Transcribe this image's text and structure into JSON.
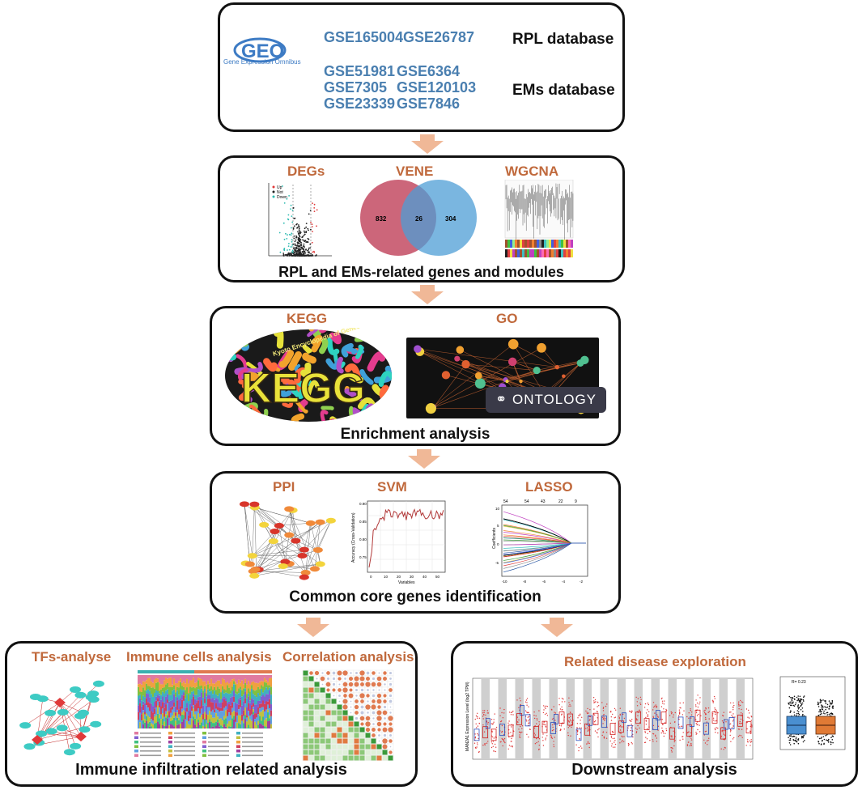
{
  "geo": {
    "logo_text": "GEO",
    "logo_subtitle": "Gene Expression Omnibus",
    "rpl_ids": [
      "GSE165004",
      "GSE26787"
    ],
    "ems_ids": [
      "GSE51981",
      "GSE6364",
      "GSE7305",
      "GSE120103",
      "GSE23339",
      "GSE7846"
    ],
    "rpl_label": "RPL database",
    "ems_label": "EMs database"
  },
  "stage2": {
    "degs_title": "DEGs",
    "degs_legend": [
      "Up",
      "Not",
      "Down"
    ],
    "venn_title": "VENE",
    "venn_left": "832",
    "venn_mid": "26",
    "venn_right": "304",
    "wgcna_title": "WGCNA",
    "caption": "RPL and EMs-related genes and modules"
  },
  "stage3": {
    "kegg_title": "KEGG",
    "kegg_logo": "KEGG",
    "kegg_subtitle": "Kyoto Encyclopedia of Genes and Genomes",
    "go_title": "GO",
    "ontology_label": "ONTOLOGY",
    "caption": "Enrichment analysis"
  },
  "stage4": {
    "ppi_title": "PPI",
    "svm_title": "SVM",
    "svm_ylabel": "Accuracy (Cross-Validation)",
    "svm_xlabel": "Variables",
    "svm_yticks": [
      "0.90",
      "0.85",
      "0.80",
      "0.75"
    ],
    "svm_xticks": [
      "0",
      "10",
      "20",
      "30",
      "40",
      "50"
    ],
    "lasso_title": "LASSO",
    "lasso_top": [
      "54",
      "54",
      "43",
      "22",
      "9"
    ],
    "lasso_ylabel": "Coefficients",
    "lasso_xticks": [
      "-10",
      "-8",
      "-6",
      "-4",
      "-2"
    ],
    "lasso_yticks": [
      "10",
      "5",
      "0",
      "-5"
    ],
    "caption": "Common core genes identification"
  },
  "stage5": {
    "tfs_title": "TFs-analyse",
    "immune_title": "Immune cells analysis",
    "corr_title": "Correlation analysis",
    "caption": "Immune infiltration related analysis"
  },
  "stage6": {
    "title": "Related disease exploration",
    "ylabel": "MAN2A1 Expression Level (log2 TPM)",
    "caption": "Downstream analysis",
    "scatter_r": "R= 0.23"
  },
  "colors": {
    "accent": "#c0693c",
    "gse_blue": "#4a7fb0",
    "arrow": "#f0b897"
  }
}
